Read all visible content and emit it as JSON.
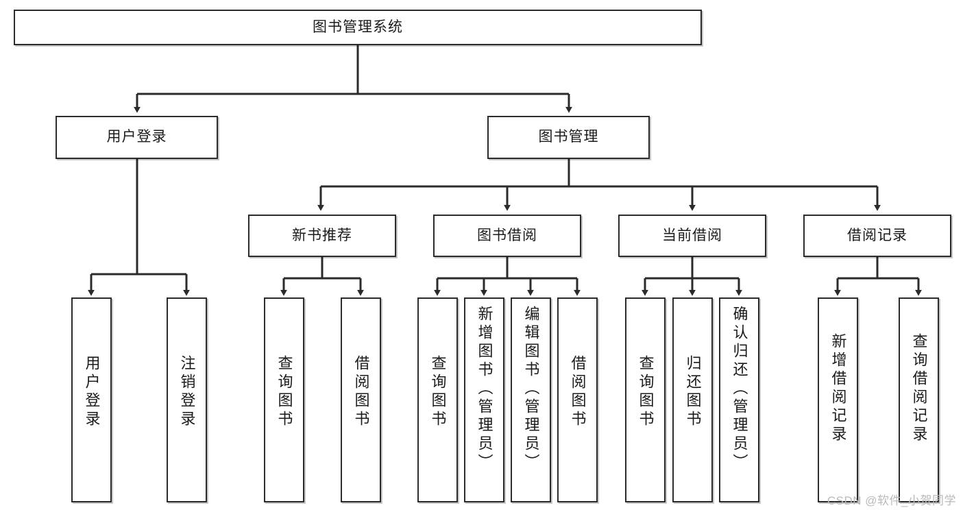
{
  "diagram": {
    "type": "tree",
    "title": "图书管理系统",
    "watermark": "CSDN @软件_小贺同学",
    "colors": {
      "box_border": "#2b2b2b",
      "box_fill": "#ffffff",
      "edge": "#2b2b2b",
      "text": "#1b1b1b",
      "watermark": "#b9b9b9",
      "background": "#ffffff"
    },
    "nodes": {
      "root": {
        "label": "图书管理系统"
      },
      "level2": [
        {
          "label": "用户登录"
        },
        {
          "label": "图书管理"
        }
      ],
      "level3": [
        {
          "label": "新书推荐"
        },
        {
          "label": "图书借阅"
        },
        {
          "label": "当前借阅"
        },
        {
          "label": "借阅记录"
        }
      ],
      "leaves": {
        "user_login": [
          {
            "label": "用户登录"
          },
          {
            "label": "注销登录"
          }
        ],
        "new_book_recommend": [
          {
            "label": "查询图书"
          },
          {
            "label": "借阅图书"
          }
        ],
        "book_borrow": [
          {
            "label": "查询图书"
          },
          {
            "label": "新增图书（管理员）"
          },
          {
            "label": "编辑图书（管理员）"
          },
          {
            "label": "借阅图书"
          }
        ],
        "current_borrow": [
          {
            "label": "查询图书"
          },
          {
            "label": "归还图书"
          },
          {
            "label": "确认归还（管理员）"
          }
        ],
        "borrow_record": [
          {
            "label": "新增借阅记录"
          },
          {
            "label": "查询借阅记录"
          }
        ]
      }
    }
  }
}
